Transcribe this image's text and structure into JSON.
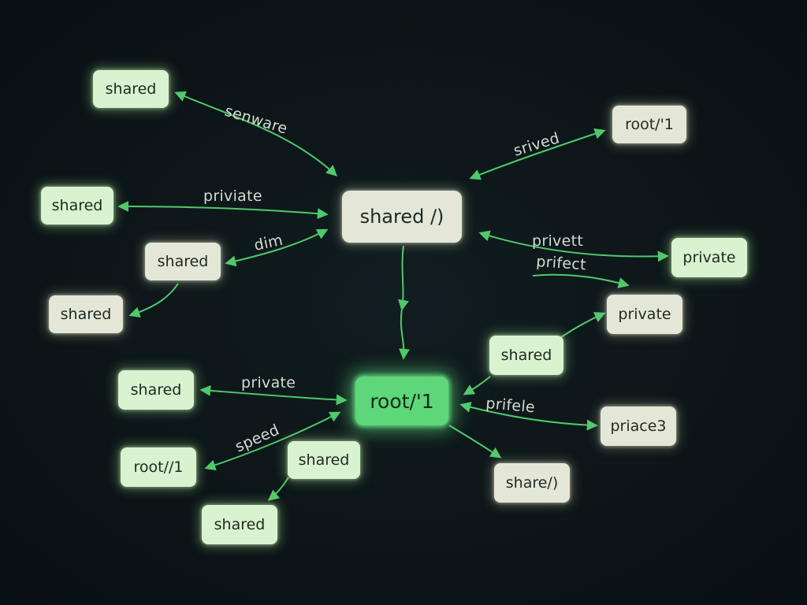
{
  "colors": {
    "background": "#0c1418",
    "edge": "#4fc96a",
    "node_green": "#d9f2cf",
    "node_cream": "#e4e6d8",
    "node_root": "#5ed67a",
    "label_text": "#d4dccf"
  },
  "nodes": {
    "n1": "shared",
    "n2": "root/'1",
    "n3": "shared",
    "n4": "shared /)",
    "n5": "shared",
    "n6": "private",
    "n7": "shared",
    "n8": "private",
    "n9": "shared",
    "n10": "shared",
    "n11": "root/'1",
    "n12": "priace3",
    "n13": "root//1",
    "n14": "shared",
    "n15": "share/)",
    "n16": "shared"
  },
  "edge_labels": {
    "l1": "senware",
    "l2": "srived",
    "l3": "priviate",
    "l4": "dim",
    "l5": "privett",
    "l6": "prifect",
    "l7": "private",
    "l8": "prifele",
    "l9": "speed"
  }
}
